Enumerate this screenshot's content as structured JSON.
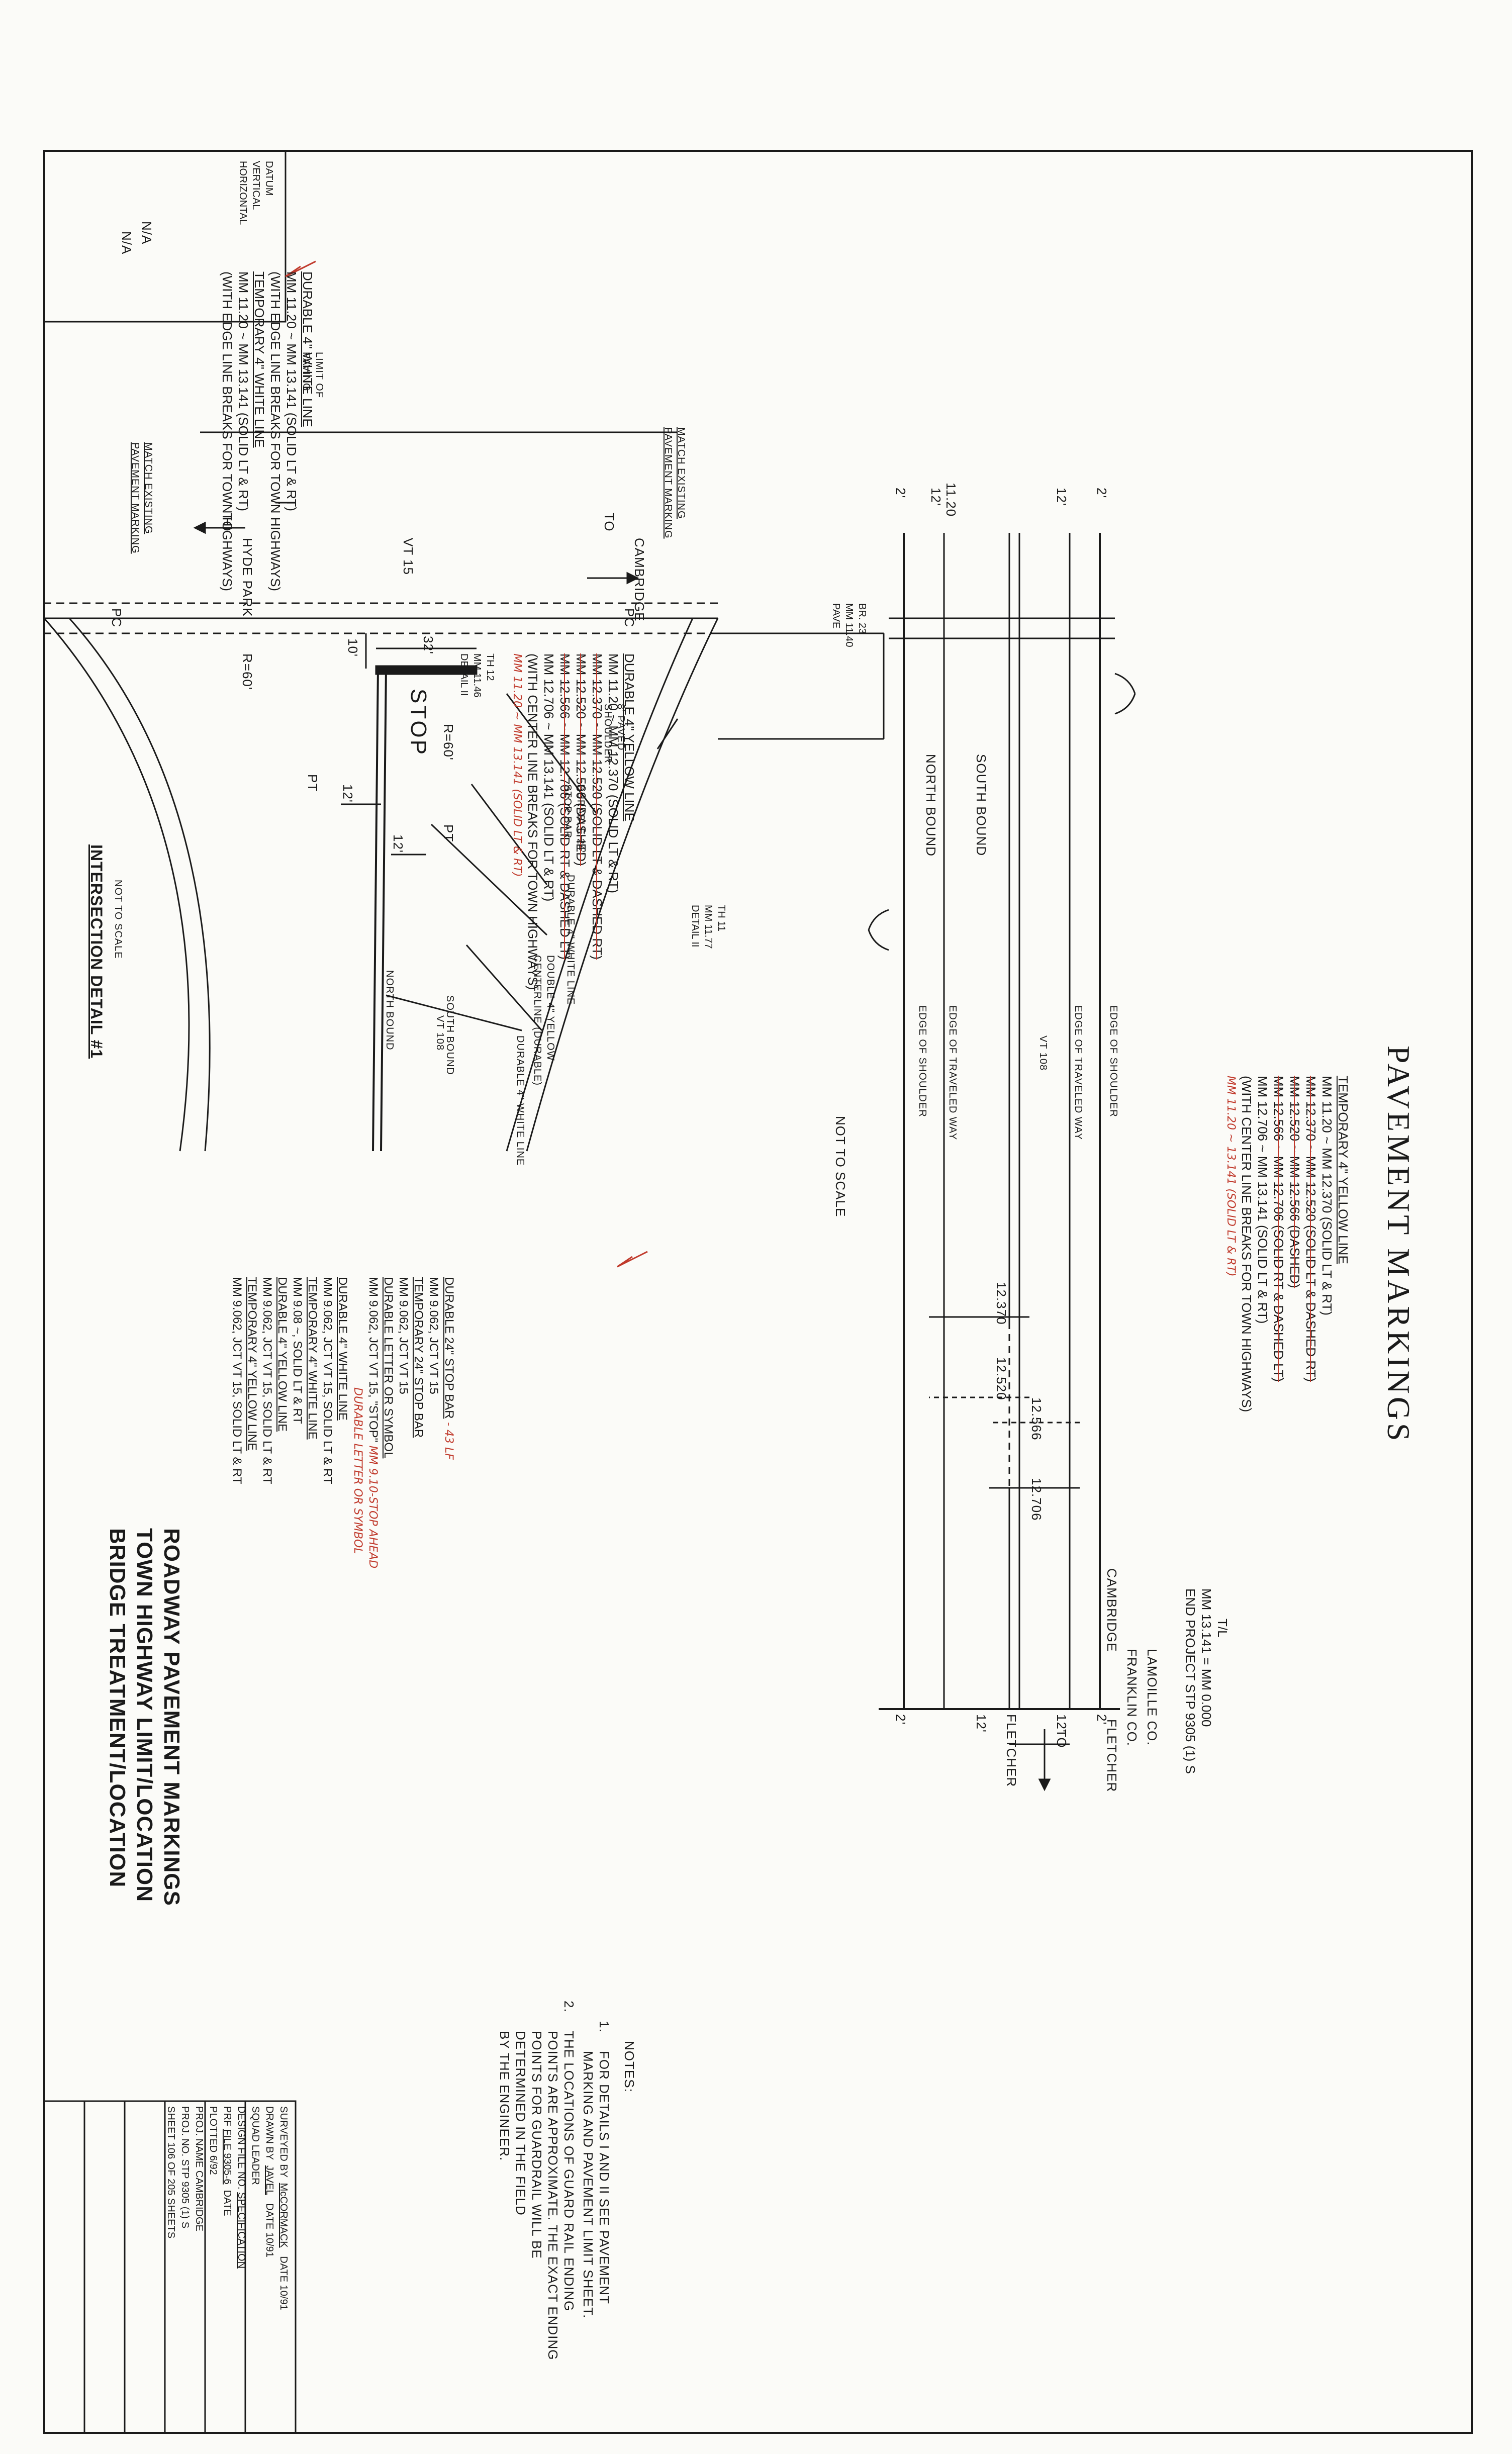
{
  "title": "PAVEMENT MARKINGS",
  "datum": {
    "heading": "DATUM",
    "vertical_label": "VERTICAL",
    "vertical_value": "N/A",
    "horizontal_label": "HORIZONTAL",
    "horizontal_value": "N/A"
  },
  "white_line_note": {
    "durable_title": "DURABLE 4\" WHITE LINE",
    "durable_l1": "MM 11.20 ~ MM 13.141 (SOLID LT & RT)",
    "durable_l2": "(WITH EDGE LINE BREAKS FOR TOWN HIGHWAYS)",
    "temp_title": "TEMPORARY 4\" WHITE LINE",
    "temp_l1": "MM 11.20 ~ MM 13.141 (SOLID LT & RT)",
    "temp_l2": "(WITH EDGE LINE BREAKS FOR TOWN HIGHWAYS)"
  },
  "yellow_durable": {
    "title": "DURABLE 4\" YELLOW LINE",
    "l1": "MM 11.20 ~ MM 12.370 (SOLID LT & RT)",
    "l2": "MM 12.370 ~ MM 12.520 (SOLID LT & DASHED RT)",
    "l3": "MM 12.520 ~ MM 12.566 (DASHED)",
    "l4": "MM 12.566 ~ MM 12.706 (SOLID RT & DASHED LT)",
    "l5": "MM 12.706 ~ MM 13.141 (SOLID LT & RT)",
    "l6": "(WITH CENTER LINE BREAKS FOR TOWN HIGHWAYS)",
    "handwritten": "MM 11.20 ~ MM 13.141 (SOLID LT & RT)"
  },
  "yellow_temp": {
    "title": "TEMPORARY 4\" YELLOW LINE",
    "l1": "MM 11.20 ~ MM 12.370 (SOLID LT & RT)",
    "l2": "MM 12.370 ~ MM 12.520 (SOLID LT & DASHED RT)",
    "l3": "MM 12.520 ~ MM 12.566 (DASHED)",
    "l4": "MM 12.566 ~ MM 12.706 (SOLID RT & DASHED LT)",
    "l5": "MM 12.706 ~ MM 13.141 (SOLID LT & RT)",
    "l6": "(WITH CENTER LINE BREAKS FOR TOWN HIGHWAYS)",
    "handwritten": "MM 11.20 ~ 13.141 (SOLID LT & RT)"
  },
  "plan": {
    "th12": "TH 12",
    "th12_mm": "MM 11.46",
    "th12_detail": "DETAIL II",
    "th11": "TH 11",
    "th11_mm": "MM 11.77",
    "th11_detail": "DETAIL II",
    "br": "BR. 23",
    "br_mm": "MM 11.40",
    "br_pave": "PAVE",
    "south_bound": "SOUTH BOUND",
    "north_bound": "NORTH BOUND",
    "route": "VT 108",
    "edge_shoulder": "EDGE OF SHOULDER",
    "edge_travel": "EDGE OF TRAVELED WAY",
    "not_to_scale": "NOT TO SCALE",
    "mm_12370": "12.370",
    "mm_12520": "12.520",
    "mm_12566": "12.566",
    "mm_12706": "12.706",
    "w2": "2'",
    "w12": "12'",
    "w1120": "11.20",
    "end_tl": "T/L",
    "end_mm": "MM 13.141 = MM 0.000",
    "end_proj": "END PROJECT STP 9305 (1) S",
    "lamoille": "LAMOILLE CO.",
    "franklin": "FRANKLIN CO.",
    "cambridge": "CAMBRIDGE",
    "fletcher": "FLETCHER",
    "to": "TO",
    "to_fletcher": "FLETCHER"
  },
  "intersection": {
    "title": "INTERSECTION DETAIL #1",
    "subtitle": "NOT TO SCALE",
    "to": "TO",
    "to_hyde": "HYDE PARK",
    "to_cambridge": "CAMBRIDGE",
    "vt15": "VT 15",
    "limit_paving": "LIMIT OF\nPAVING",
    "match_left": "MATCH EXISTING\nPAVEMENT MARKING",
    "match_right": "MATCH EXISTING\nPAVEMENT MARKING",
    "pc": "PC",
    "pt": "PT",
    "r60": "R=60'",
    "dim10": "10'",
    "dim32": "32'",
    "dim12": "12'",
    "stop": "STOP",
    "paved_shoulder": "8' PAVED\nSHOULDER",
    "stop_bar": "DURABLE 24\"\nSTOP BAR",
    "white_4": "DURABLE 4\" WHITE LINE",
    "double_yellow": "DOUBLE 4\" YELLOW\nCENTERLINE (DURABLE)",
    "white_4b": "DURABLE 4\" WHITE LINE",
    "south_bound": "SOUTH BOUND",
    "vt108": "VT 108",
    "north_bound": "NORTH BOUND"
  },
  "stop_notes": {
    "l1": "DURABLE 24\" STOP BAR",
    "l1_hw": "- 43 LF",
    "l2": "MM 9.062, JCT VT 15",
    "l3": "TEMPORARY 24\" STOP BAR",
    "l4": "MM 9.062, JCT VT 15",
    "l5": "DURABLE LETTER OR SYMBOL",
    "l6": "MM 9.062, JCT VT 15, \"STOP\"",
    "l6_hw": "MM 9.10-STOP AHEAD",
    "hw2": "DURABLE LETTER OR SYMBOL",
    "l7": "DURABLE 4\" WHITE LINE",
    "l8": "MM 9.062, JCT VT 15, SOLID LT & RT",
    "l9": "TEMPORARY 4\" WHITE LINE",
    "l10": "MM 9.08 ~, SOLID LT & RT",
    "l11": "DURABLE 4\" YELLOW LINE",
    "l12": "MM 9.062, JCT VT 15, SOLID LT & RT",
    "l13": "TEMPORARY 4\" YELLOW LINE",
    "l14": "MM 9.062, JCT VT 15, SOLID LT & RT"
  },
  "main_title": {
    "l1": "ROADWAY PAVEMENT MARKINGS",
    "l2": "TOWN HIGHWAY LIMIT/LOCATION",
    "l3": "BRIDGE TREATMENT/LOCATION"
  },
  "notes": {
    "heading": "NOTES:",
    "n1_num": "1.",
    "n1": "FOR DETAILS I AND II SEE PAVEMENT\nMARKING AND PAVEMENT LIMIT SHEET.",
    "n2_num": "2.",
    "n2": "THE LOCATIONS OF GUARD RAIL ENDING\nPOINTS ARE APPROXIMATE. THE EXACT ENDING\nPOINTS FOR GUARDRAIL WILL BE\nDETERMINED IN THE FIELD\nBY THE ENGINEER."
  },
  "title_block": {
    "surveyed_label": "SURVEYED BY",
    "surveyed": "McCORMACK",
    "surveyed_date": "DATE 10/91",
    "drawn_label": "DRAWN BY",
    "drawn": "JAVEL",
    "drawn_date": "DATE 10/91",
    "squad_label": "SQUAD LEADER",
    "design_label": "DESIGN FILE NO.",
    "design": "SPECIFICATION",
    "prf": "PRF",
    "file": "FILE 9305-6",
    "date_plotted": "DATE\nPLOTTED 6/92",
    "proj_name_label": "PROJ. NAME",
    "proj_name": "CAMBRIDGE",
    "proj_no_label": "PROJ. NO.",
    "proj_no": "STP 9305 (1) S",
    "sheet": "SHEET 106 OF 205 SHEETS"
  }
}
